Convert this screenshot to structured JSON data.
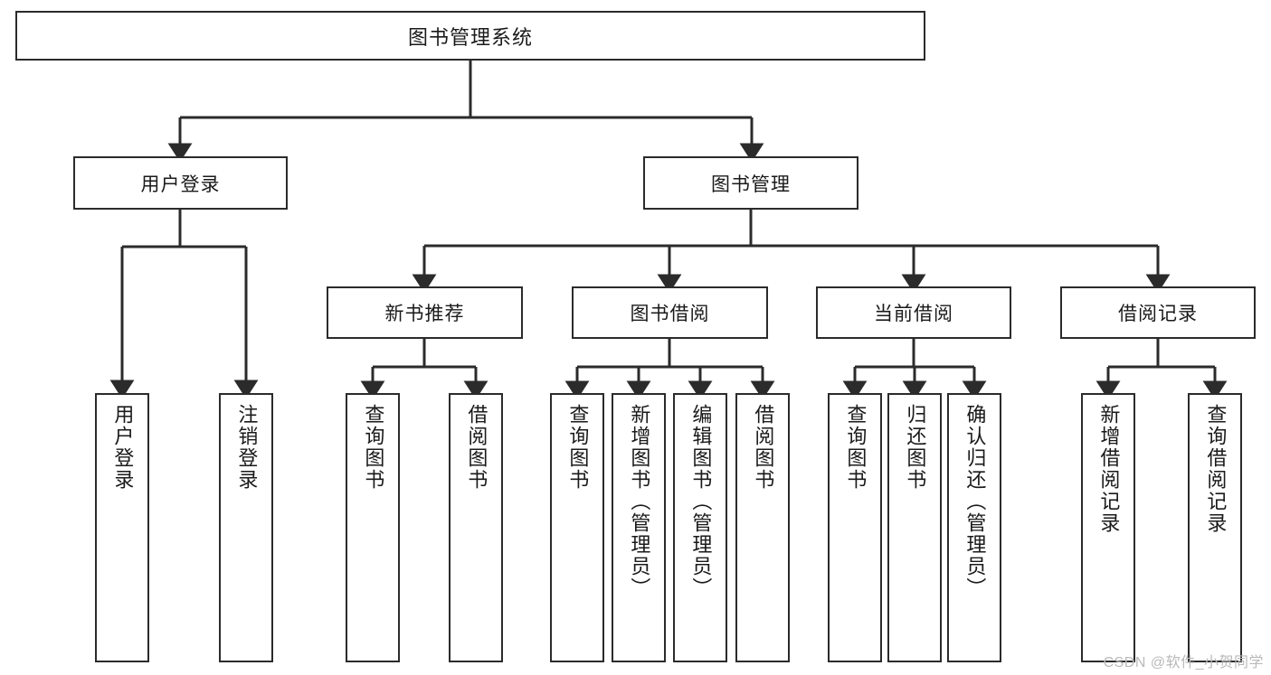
{
  "diagram": {
    "title": "图书管理系统",
    "type": "hierarchy-tree",
    "watermark": "CSDN @软件_小贺同学",
    "colors": {
      "box_border": "#2b2b2b",
      "box_fill": "#ffffff",
      "connector": "#2b2b2b",
      "text": "#1a1a1a",
      "watermark": "#b9b9b9",
      "background": "#ffffff"
    }
  },
  "nodes": {
    "root": {
      "label": "图书管理系统"
    },
    "level1": [
      {
        "id": "user-login",
        "label": "用户登录"
      },
      {
        "id": "book-management",
        "label": "图书管理"
      }
    ],
    "level2": [
      {
        "id": "new-book-recommend",
        "label": "新书推荐",
        "parent": "book-management"
      },
      {
        "id": "book-borrow",
        "label": "图书借阅",
        "parent": "book-management"
      },
      {
        "id": "current-borrow",
        "label": "当前借阅",
        "parent": "book-management"
      },
      {
        "id": "borrow-record",
        "label": "借阅记录",
        "parent": "book-management"
      }
    ],
    "leaves": {
      "user-login": [
        {
          "id": "leaf-user-login",
          "label": "用户登录"
        },
        {
          "id": "leaf-logout",
          "label": "注销登录"
        }
      ],
      "new-book-recommend": [
        {
          "id": "leaf-query-book-1",
          "label": "查询图书"
        },
        {
          "id": "leaf-borrow-book-1",
          "label": "借阅图书"
        }
      ],
      "book-borrow": [
        {
          "id": "leaf-query-book-2",
          "label": "查询图书"
        },
        {
          "id": "leaf-add-book",
          "label": "新增图书（管理员）"
        },
        {
          "id": "leaf-edit-book",
          "label": "编辑图书（管理员）"
        },
        {
          "id": "leaf-borrow-book-2",
          "label": "借阅图书"
        }
      ],
      "current-borrow": [
        {
          "id": "leaf-query-book-3",
          "label": "查询图书"
        },
        {
          "id": "leaf-return-book",
          "label": "归还图书"
        },
        {
          "id": "leaf-confirm-return",
          "label": "确认归还（管理员）"
        }
      ],
      "borrow-record": [
        {
          "id": "leaf-add-record",
          "label": "新增借阅记录"
        },
        {
          "id": "leaf-query-record",
          "label": "查询借阅记录"
        }
      ]
    }
  }
}
